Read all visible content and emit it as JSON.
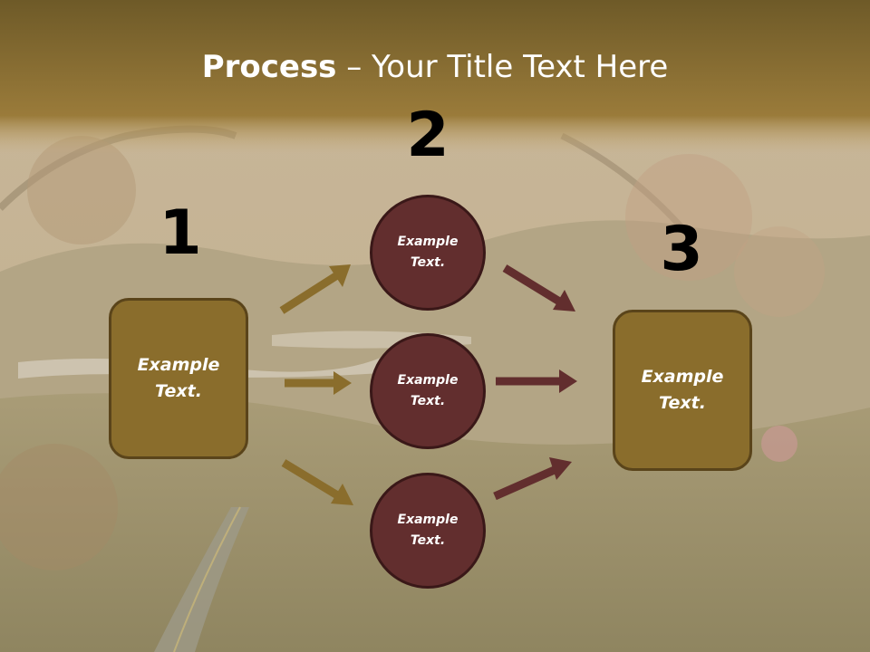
{
  "slide": {
    "title_bold": "Process",
    "title_rest": " – Your Title Text Here",
    "step1_number": "1",
    "step2_number": "2",
    "step3_number": "3",
    "left_box_text": "Example Text.",
    "right_box_text": "Example Text.",
    "circles": [
      {
        "text": "Example Text."
      },
      {
        "text": "Example Text."
      },
      {
        "text": "Example Text."
      }
    ]
  },
  "colors": {
    "header_band": "#7d6326",
    "box_fill": "#8a6d2c",
    "circle_fill": "#622e2e",
    "arrow_gold": "#8a6d2c",
    "arrow_maroon": "#622e2e"
  }
}
